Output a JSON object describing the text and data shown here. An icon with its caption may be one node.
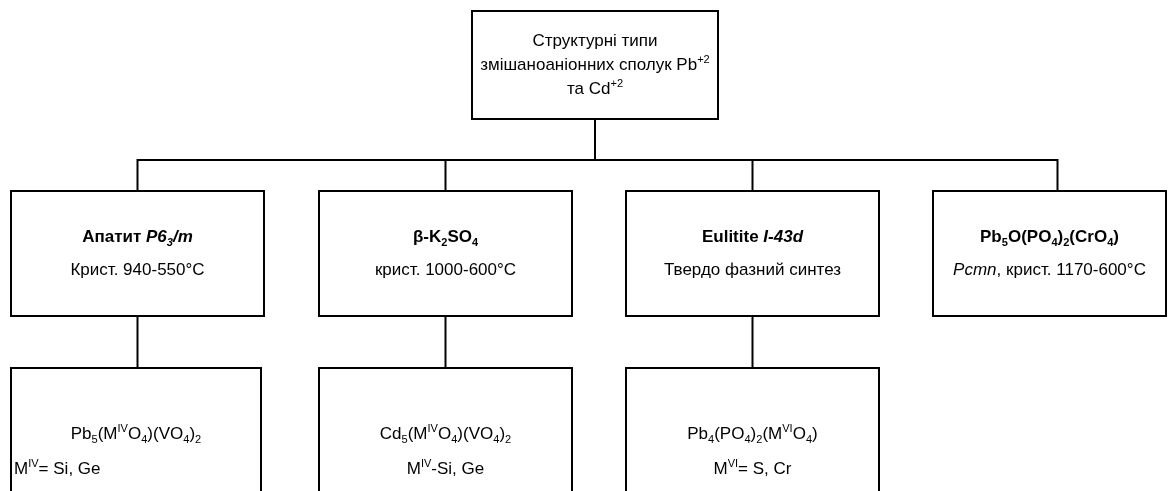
{
  "diagram": {
    "nodes": [
      {
        "text": [
          "Структурні типи змішаноаніонних сполук Pb$^{+2}$ та Cd$^{+2}$"
        ]
      },
      {
        "text": [
          "Апатит *P6$_{3}$/m*",
          "Крист. 940-550°C"
        ]
      },
      {
        "text": [
          "β-K$_{2}$SO$_{4}$",
          "крист. 1000-600°C"
        ]
      },
      {
        "text": [
          "Eulitite *I-43d*",
          "Твердо фазний синтез"
        ]
      },
      {
        "text": [
          "Pb$_{5}$O(PO$_{4}$)$_{2}$(CrO$_{4}$)",
          "*Pcmn*, крист. 1170-600°C"
        ]
      },
      {
        "text": [
          "Pb$_{5}$(M$^{IV}$O$_{4}$)(VO$_{4}$)$_{2}$",
          "M$^{IV}$= Si, Ge"
        ]
      },
      {
        "text": [
          "Cd$_{5}$(M$^{IV}$O$_{4}$)(VO$_{4}$)$_{2}$",
          "M$^{IV}$-Si, Ge"
        ]
      },
      {
        "text": [
          "Pb$_{4}$(PO$_{4}$)$_{2}$(M$^{VI}$O$_{4}$)",
          "M$^{VI}$= S, Cr"
        ]
      }
    ],
    "edges": [
      {
        "from": 0,
        "to": 1,
        "arrow": "none"
      },
      {
        "from": 0,
        "to": 2,
        "arrow": "none"
      },
      {
        "from": 0,
        "to": 3,
        "arrow": "none"
      },
      {
        "from": 0,
        "to": 4,
        "arrow": "none"
      },
      {
        "from": 1,
        "to": 5,
        "arrow": "none"
      },
      {
        "from": 2,
        "to": 6,
        "arrow": "none"
      },
      {
        "from": 3,
        "to": 7,
        "arrow": "none"
      }
    ]
  }
}
